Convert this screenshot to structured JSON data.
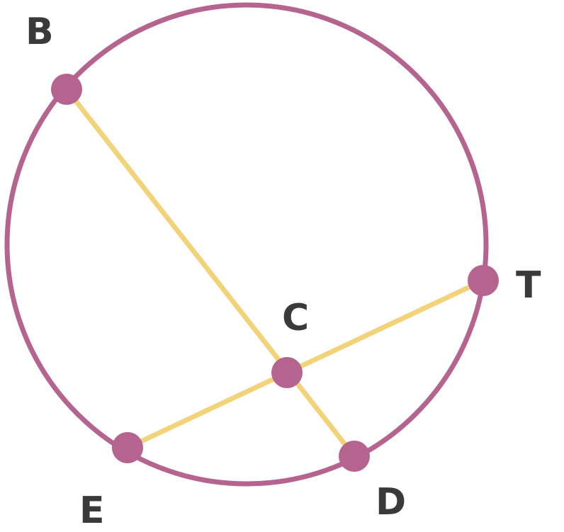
{
  "diagram": {
    "colors": {
      "circle": "#b5648f",
      "point": "#b5648f",
      "segment": "#f2d37a",
      "label": "#3a3a3a"
    },
    "points": {
      "B": {
        "label": "B"
      },
      "T": {
        "label": "T"
      },
      "C": {
        "label": "C"
      },
      "E": {
        "label": "E"
      },
      "D": {
        "label": "D"
      }
    },
    "segments": [
      {
        "from": "B",
        "to": "D"
      },
      {
        "from": "E",
        "to": "T"
      }
    ]
  }
}
